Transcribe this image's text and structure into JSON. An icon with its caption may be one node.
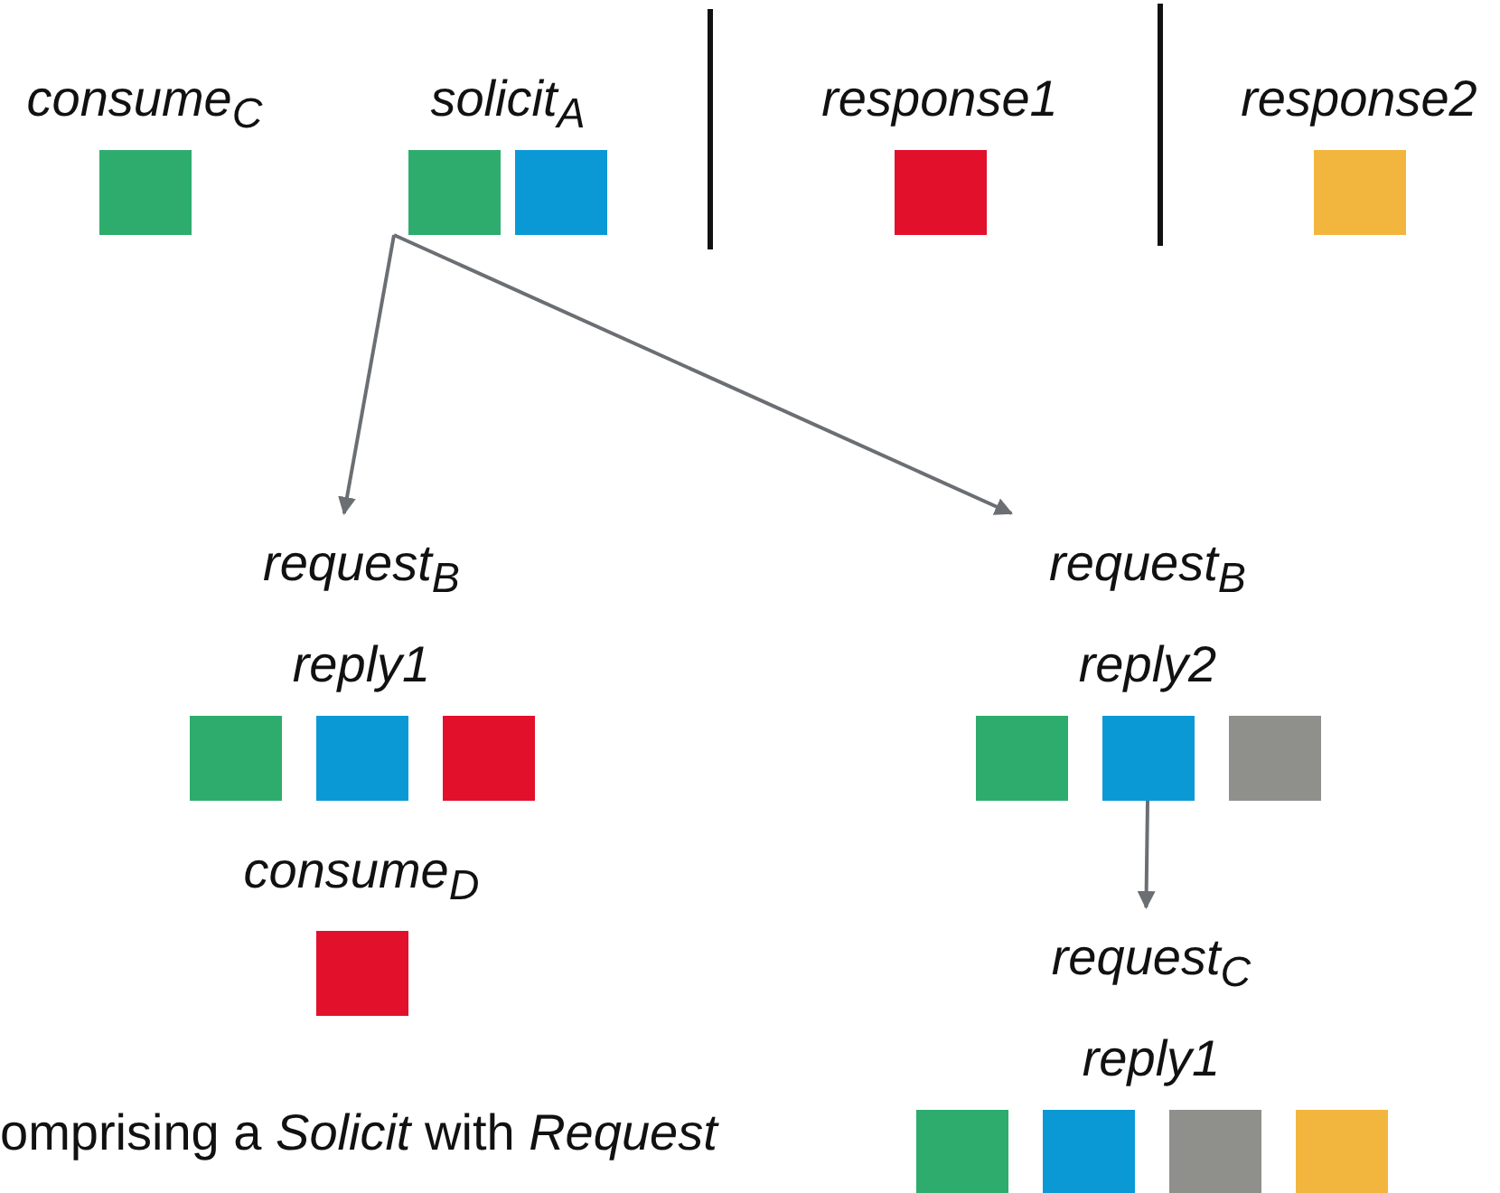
{
  "diagram": {
    "nodes": [
      {
        "text": [
          "consume$_{C}$"
        ]
      },
      {
        "text": [],
        "shape": "box",
        "in": 0
      },
      {
        "text": [
          "solicit$_{A}$"
        ]
      },
      {
        "text": [],
        "shape": "box",
        "in": 2
      },
      {
        "text": [],
        "shape": "box",
        "in": 2
      },
      {
        "text": [
          "response1"
        ]
      },
      {
        "text": [],
        "shape": "box",
        "in": 5
      },
      {
        "text": [
          "response2"
        ]
      },
      {
        "text": [],
        "shape": "box",
        "in": 7
      },
      {
        "text": [
          "request$_{B}$",
          "reply1"
        ]
      },
      {
        "text": [],
        "shape": "box",
        "in": 9
      },
      {
        "text": [],
        "shape": "box",
        "in": 9
      },
      {
        "text": [],
        "shape": "box",
        "in": 9
      },
      {
        "text": [
          "consume$_{D}$"
        ]
      },
      {
        "text": [],
        "shape": "box",
        "in": 13
      },
      {
        "text": [
          "request$_{B}$",
          "reply2"
        ]
      },
      {
        "text": [],
        "shape": "box",
        "in": 15
      },
      {
        "text": [],
        "shape": "box",
        "in": 15
      },
      {
        "text": [],
        "shape": "box",
        "in": 15
      },
      {
        "text": [
          "request$_{C}$",
          "reply1"
        ]
      },
      {
        "text": [],
        "shape": "box",
        "in": 19
      },
      {
        "text": [],
        "shape": "box",
        "in": 19
      },
      {
        "text": [],
        "shape": "box",
        "in": 19
      },
      {
        "text": [],
        "shape": "box",
        "in": 19
      }
    ],
    "edges": [
      {
        "from": 2,
        "to": 9,
        "arrow": "to"
      },
      {
        "from": 2,
        "to": 15,
        "arrow": "to"
      },
      {
        "from": 17,
        "to": 19,
        "arrow": "to"
      }
    ],
    "labels": [
      "omprising a *Solicit* with *Request*"
    ]
  }
}
